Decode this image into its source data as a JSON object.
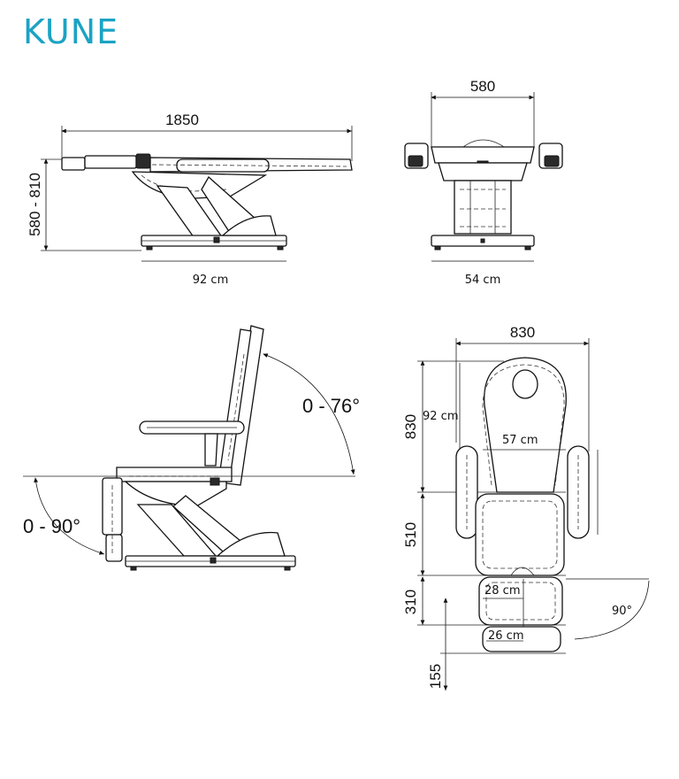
{
  "brand": {
    "name": "KUNE",
    "color": "#1aa3c4"
  },
  "views": {
    "side_flat": {
      "length": "1850",
      "height": "580 - 810",
      "base_width": "92 cm"
    },
    "front": {
      "width": "580",
      "base_width": "54 cm"
    },
    "side_chair": {
      "back_angle": "0 - 76°",
      "leg_angle": "0 - 90°"
    },
    "top": {
      "total_width": "830",
      "back_length": "830",
      "back_length_cm": "92 cm",
      "back_width": "57 cm",
      "seat_length": "510",
      "leg_upper_length": "310",
      "leg_upper_width": "28 cm",
      "leg_lower_length": "155",
      "leg_lower_width": "26 cm",
      "leg_rotation": "90°"
    }
  }
}
